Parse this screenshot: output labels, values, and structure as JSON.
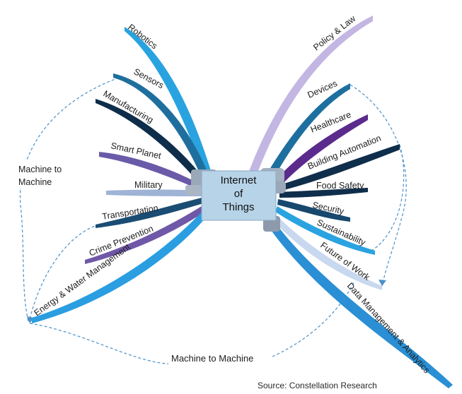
{
  "center": {
    "line1": "Internet",
    "line2": "of",
    "line3": "Things"
  },
  "left_branches": [
    {
      "label": "Robotics",
      "color": "#29a3e0"
    },
    {
      "label": "Sensors",
      "color": "#1f6f9e"
    },
    {
      "label": "Manufacturing",
      "color": "#0e2d4a"
    },
    {
      "label": "Smart Planet",
      "color": "#6a5aa8"
    },
    {
      "label": "Military",
      "color": "#9fb3d6"
    },
    {
      "label": "Transportation",
      "color": "#1a4d73"
    },
    {
      "label": "Crime Prevention",
      "color": "#7058a8"
    },
    {
      "label": "Energy & Water Management",
      "color": "#2a9ee0"
    }
  ],
  "right_branches": [
    {
      "label": "Policy & Law",
      "color": "#c3b6e3"
    },
    {
      "label": "Devices",
      "color": "#1d6f9f"
    },
    {
      "label": "Healthcare",
      "color": "#5a2b8c"
    },
    {
      "label": "Building Automation",
      "color": "#0f2e4b"
    },
    {
      "label": "Food Safety",
      "color": "#0f2e4b"
    },
    {
      "label": "Security",
      "color": "#17486e"
    },
    {
      "label": "Sustainability",
      "color": "#2aa3e0"
    },
    {
      "label": "Future of Work",
      "color": "#c8d8ef"
    },
    {
      "label": "Data Management & Analytics",
      "color": "#2a8fd4"
    }
  ],
  "connectors": {
    "left_label": "Machine to\nMachine",
    "left_label_line1": "Machine to",
    "left_label_line2": "Machine",
    "bottom_label": "Machine to Machine",
    "color": "#4a90c8"
  },
  "source": "Source:  Constellation Research"
}
